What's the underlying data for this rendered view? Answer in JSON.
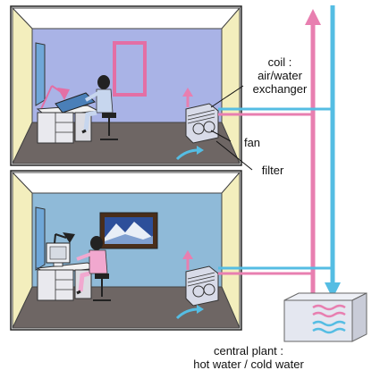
{
  "labels": {
    "coil_line1": "coil :",
    "coil_line2": "air/water",
    "coil_line3": "exchanger",
    "fan": "fan",
    "filter": "filter",
    "plant_line1": "central plant :",
    "plant_line2": "hot water / cold water"
  },
  "colors": {
    "hot_pipe": "#e87fb0",
    "cold_pipe": "#55bde3",
    "back_wall_top": "#aab4e6",
    "back_wall_bottom": "#8fbad8",
    "side_wall": "#f5f1c4",
    "floor": "#6e6664",
    "ceiling": "#ffffff",
    "unit_body": "#d8dbe8"
  },
  "icons": {
    "room": "room-cutaway-icon",
    "person": "seated-person-icon",
    "fan_coil": "fan-coil-unit-icon",
    "plant": "central-plant-box-icon"
  }
}
